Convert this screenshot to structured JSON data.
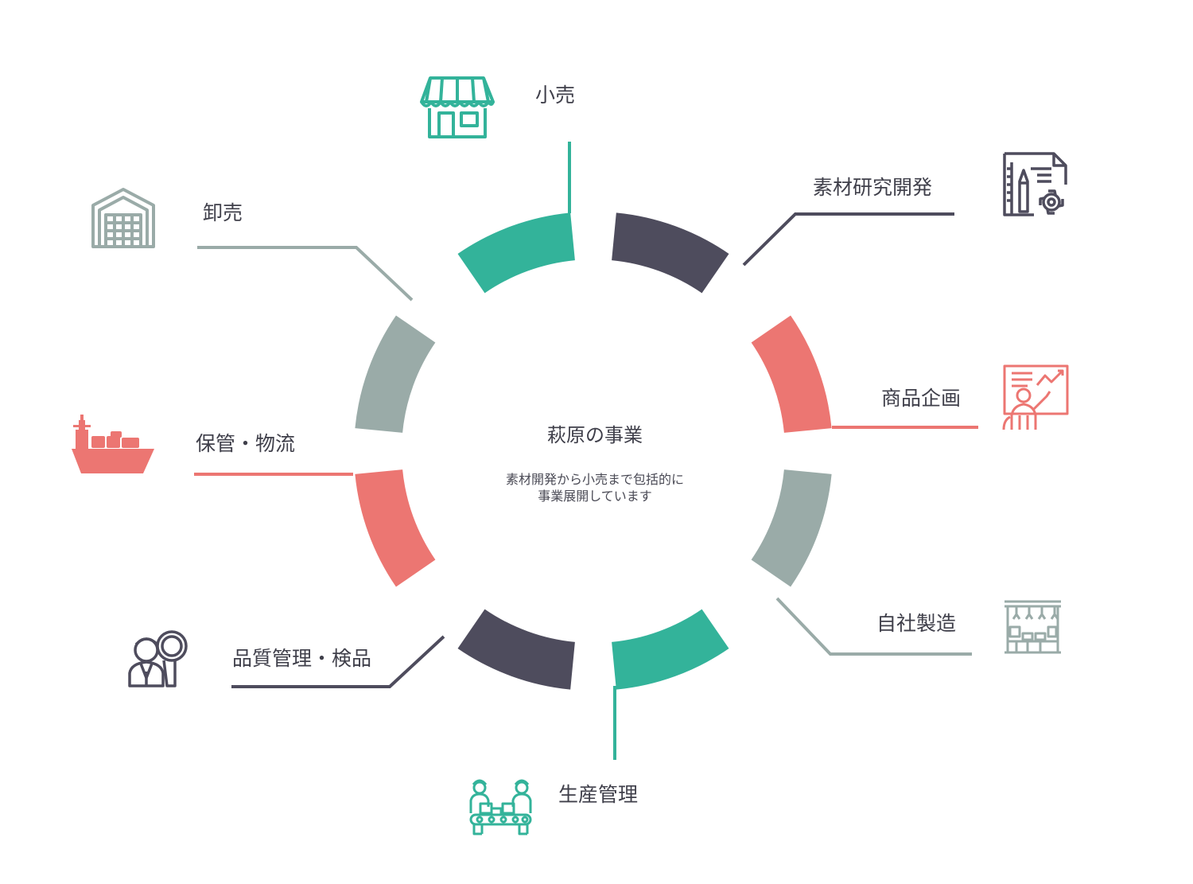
{
  "colors": {
    "teal": "#33b39a",
    "dark": "#4e4c5d",
    "coral": "#ec7672",
    "gray": "#9aaba8"
  },
  "center": {
    "title": "萩原の事業",
    "subtitle_line1": "素材開発から小売まで包括的に",
    "subtitle_line2": "事業展開しています"
  },
  "nodes": [
    {
      "id": "retail",
      "label": "小売",
      "icon": "store-icon",
      "color": "teal"
    },
    {
      "id": "rnd",
      "label": "素材研究開発",
      "icon": "blueprint-gear-icon",
      "color": "dark"
    },
    {
      "id": "planning",
      "label": "商品企画",
      "icon": "presentation-icon",
      "color": "coral"
    },
    {
      "id": "manufacturing",
      "label": "自社製造",
      "icon": "factory-line-icon",
      "color": "gray"
    },
    {
      "id": "production",
      "label": "生産管理",
      "icon": "workers-conveyor-icon",
      "color": "teal"
    },
    {
      "id": "qc",
      "label": "品質管理・検品",
      "icon": "inspector-magnifier-icon",
      "color": "dark"
    },
    {
      "id": "logistics",
      "label": "保管・物流",
      "icon": "cargo-ship-icon",
      "color": "coral"
    },
    {
      "id": "wholesale",
      "label": "卸売",
      "icon": "warehouse-icon",
      "color": "gray"
    }
  ]
}
